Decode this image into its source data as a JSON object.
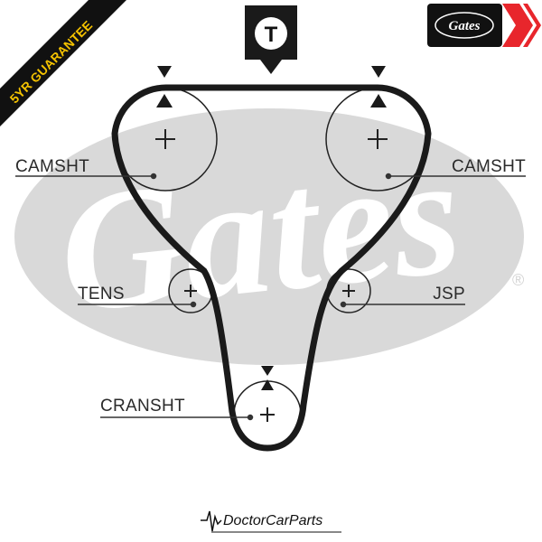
{
  "ribbon": {
    "text": "5YR GUARANTEE",
    "bg": "#111111",
    "fg": "#f4c200"
  },
  "brand": {
    "logo_text": "Gates",
    "accent": "#e8262c"
  },
  "watermark": {
    "text": "Gates",
    "registered": "®",
    "color": "#d9d9d9"
  },
  "tensioner_marker": {
    "letter": "T"
  },
  "components": {
    "camshaft_left": "CAMSHT",
    "camshaft_right": "CAMSHT",
    "tensioner": "TENS",
    "jackshaft": "JSP",
    "crankshaft": "CRANSHT"
  },
  "footer": {
    "text": "DoctorCarParts"
  },
  "colors": {
    "belt": "#1a1a1a",
    "line": "#333333"
  }
}
